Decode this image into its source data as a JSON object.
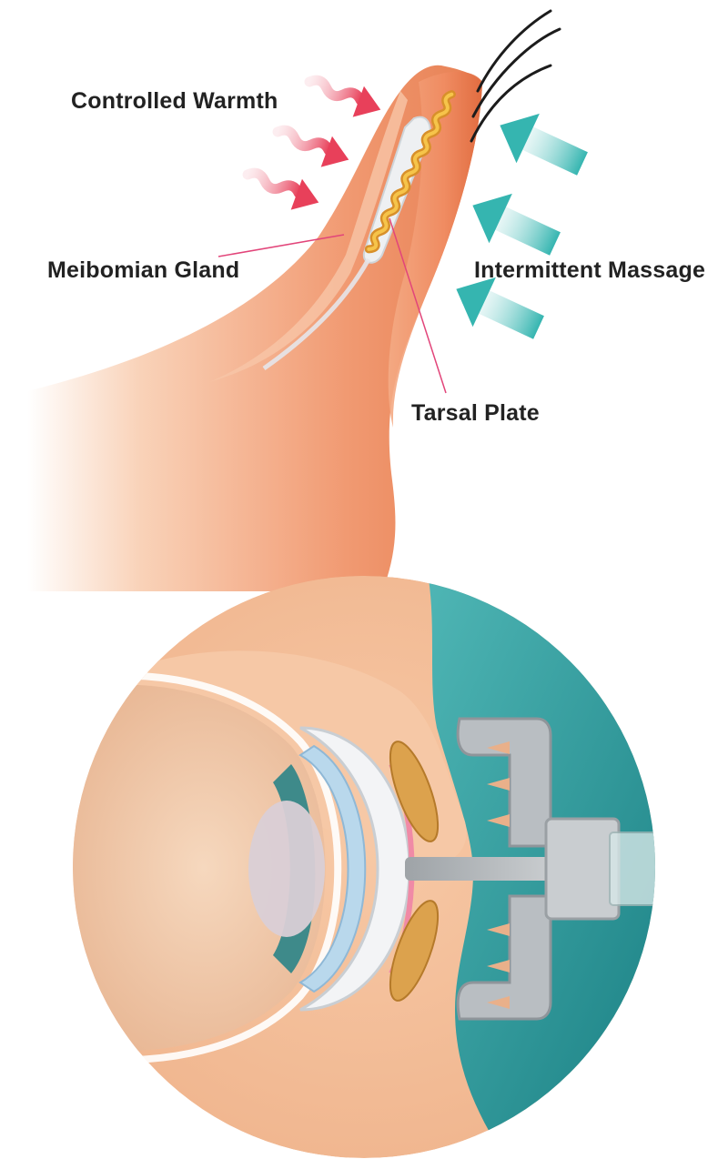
{
  "labels": {
    "controlled_warmth": "Controlled Warmth",
    "meibomian_gland": "Meibomian Gland",
    "intermittent_massage": "Intermittent Massage",
    "tarsal_plate": "Tarsal Plate"
  },
  "colors": {
    "skin": "#f2a67e",
    "skin_dark": "#e0784d",
    "gland": "#e8a63a",
    "warmth_arrow": "#e8405a",
    "massage_arrow": "#35b5b0",
    "device_teal": "#2a9a9a",
    "label_text": "#222222",
    "leader_line": "#e2457a"
  },
  "icons": {
    "warmth": "wavy-arrow-icon",
    "massage": "straight-arrow-icon"
  }
}
